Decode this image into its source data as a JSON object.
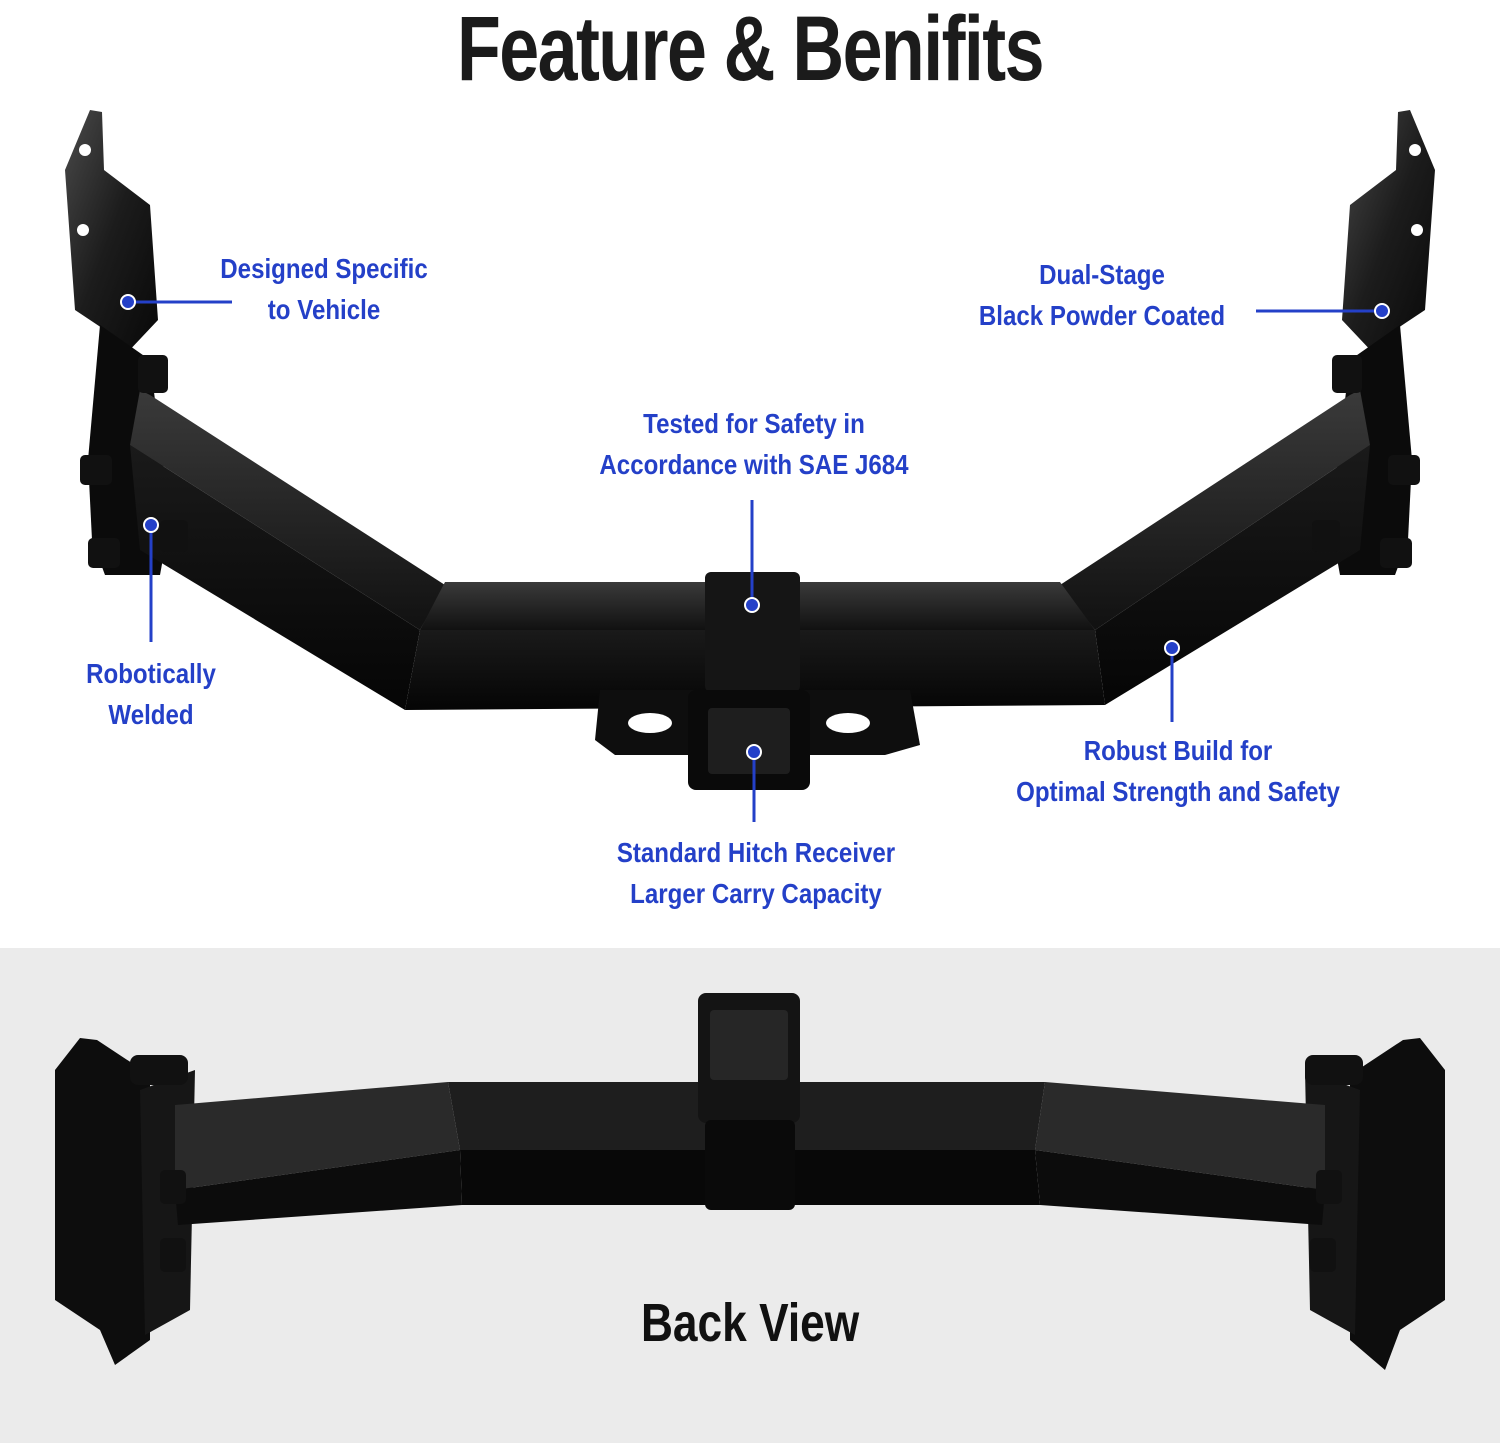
{
  "title": "Feature & Benifits",
  "colors": {
    "accent_blue": "#2440c8",
    "steel_black": "#0d0d0d",
    "panel_gray": "#ebebeb"
  },
  "callouts": {
    "designed": {
      "line1": "Designed Specific",
      "line2": "to Vehicle"
    },
    "coated": {
      "line1": "Dual-Stage",
      "line2": "Black Powder Coated"
    },
    "tested": {
      "line1": "Tested for Safety in",
      "line2": "Accordance with SAE J684"
    },
    "welded": {
      "line1": "Robotically",
      "line2": "Welded"
    },
    "robust": {
      "line1": "Robust Build for",
      "line2": "Optimal Strength and Safety"
    },
    "receiver": {
      "line1": "Standard Hitch Receiver",
      "line2": "Larger Carry Capacity"
    }
  },
  "back_view_label": "Back View"
}
